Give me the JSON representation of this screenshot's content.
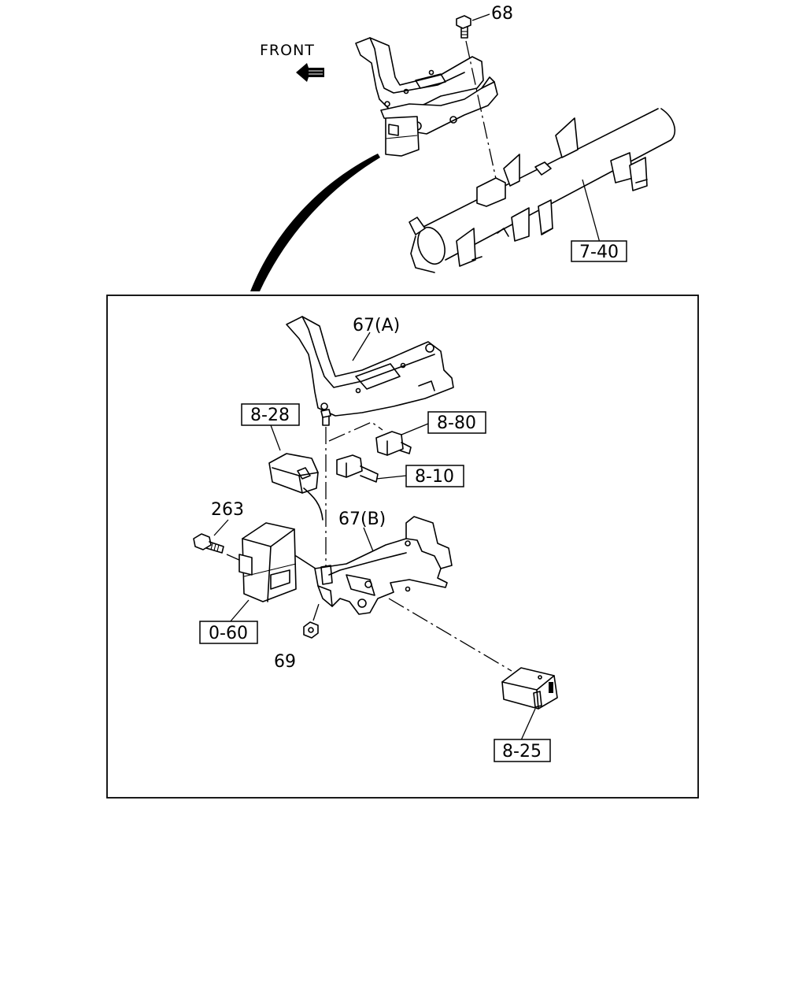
{
  "direction": {
    "label": "FRONT"
  },
  "callouts": {
    "p68": "68",
    "p740": "7-40",
    "p67a": "67(A)",
    "p828": "8-28",
    "p880": "8-80",
    "p810": "8-10",
    "p263": "263",
    "p67b": "67(B)",
    "p060": "0-60",
    "p69": "69",
    "p825": "8-25"
  }
}
